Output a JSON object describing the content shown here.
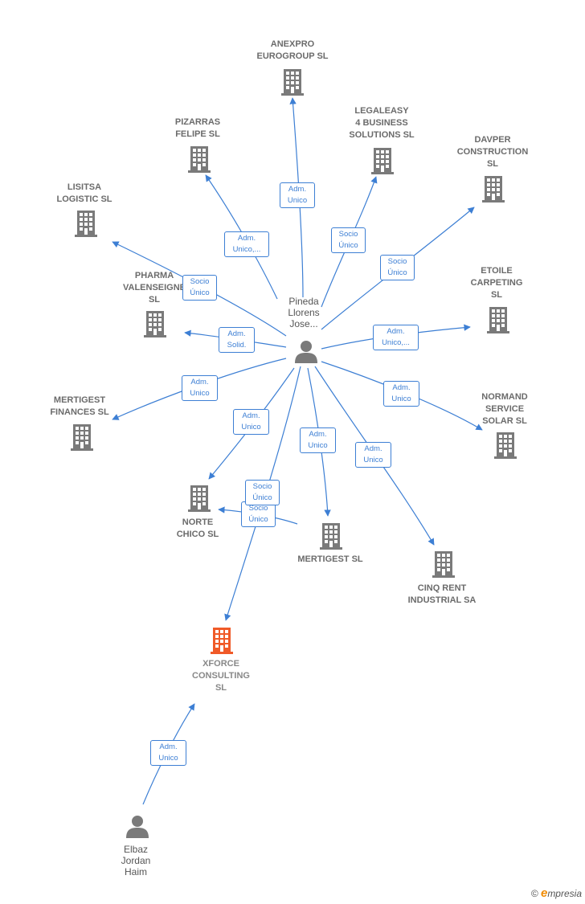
{
  "center": {
    "name": "Pineda\nLlorens\nJose..."
  },
  "secondary": {
    "name": "Elbaz\nJordan\nHaim"
  },
  "focus_company": {
    "name": "XFORCE\nCONSULTING\nSL"
  },
  "companies": [
    {
      "id": "anexpro",
      "name": "ANEXPRO\nEUROGROUP SL"
    },
    {
      "id": "pizarras",
      "name": "PIZARRAS\nFELIPE  SL"
    },
    {
      "id": "legaleasy",
      "name": "LEGALEASY\n4 BUSINESS\nSOLUTIONS  SL"
    },
    {
      "id": "davper",
      "name": "DAVPER\nCONSTRUCTION\nSL"
    },
    {
      "id": "lisitsa",
      "name": "LISITSA\nLOGISTIC  SL"
    },
    {
      "id": "pharma",
      "name": "PHARMA\nVALENSEIGNE\nSL"
    },
    {
      "id": "etoile",
      "name": "ETOILE\nCARPETING\nSL"
    },
    {
      "id": "mertigest_fin",
      "name": "MERTIGEST\nFINANCES  SL"
    },
    {
      "id": "normand",
      "name": "NORMAND\nSERVICE\nSOLAR  SL"
    },
    {
      "id": "norte",
      "name": "NORTE\nCHICO SL"
    },
    {
      "id": "mertigest",
      "name": "MERTIGEST SL"
    },
    {
      "id": "cinq",
      "name": "CINQ RENT\nINDUSTRIAL SA"
    }
  ],
  "edges": [
    {
      "id": "e_anexpro",
      "label": "Adm.\nUnico"
    },
    {
      "id": "e_pizarras",
      "label": "Adm.\nUnico,..."
    },
    {
      "id": "e_legaleasy",
      "label": "Socio\nÚnico"
    },
    {
      "id": "e_davper",
      "label": "Socio\nÚnico"
    },
    {
      "id": "e_lisitsa",
      "label": "Socio\nÚnico"
    },
    {
      "id": "e_pharma",
      "label": "Adm.\nSolid."
    },
    {
      "id": "e_etoile",
      "label": "Adm.\nUnico,..."
    },
    {
      "id": "e_mertigest_fin",
      "label": "Adm.\nUnico"
    },
    {
      "id": "e_normand",
      "label": "Adm.\nUnico"
    },
    {
      "id": "e_norte_a",
      "label": "Adm.\nUnico"
    },
    {
      "id": "e_norte_b",
      "label": "Socio\nÚnico"
    },
    {
      "id": "e_mertigest",
      "label": "Adm.\nUnico"
    },
    {
      "id": "e_cinq",
      "label": "Adm.\nUnico"
    },
    {
      "id": "e_xforce",
      "label": "Socio\nÚnico"
    },
    {
      "id": "e_elbaz",
      "label": "Adm.\nUnico"
    }
  ],
  "brand": {
    "copyright": "©",
    "name": "mpresia",
    "initial": "e"
  },
  "colors": {
    "edge": "#3d7fd4",
    "building": "#7a7a7a",
    "focus": "#f05a28",
    "person": "#7a7a7a"
  }
}
